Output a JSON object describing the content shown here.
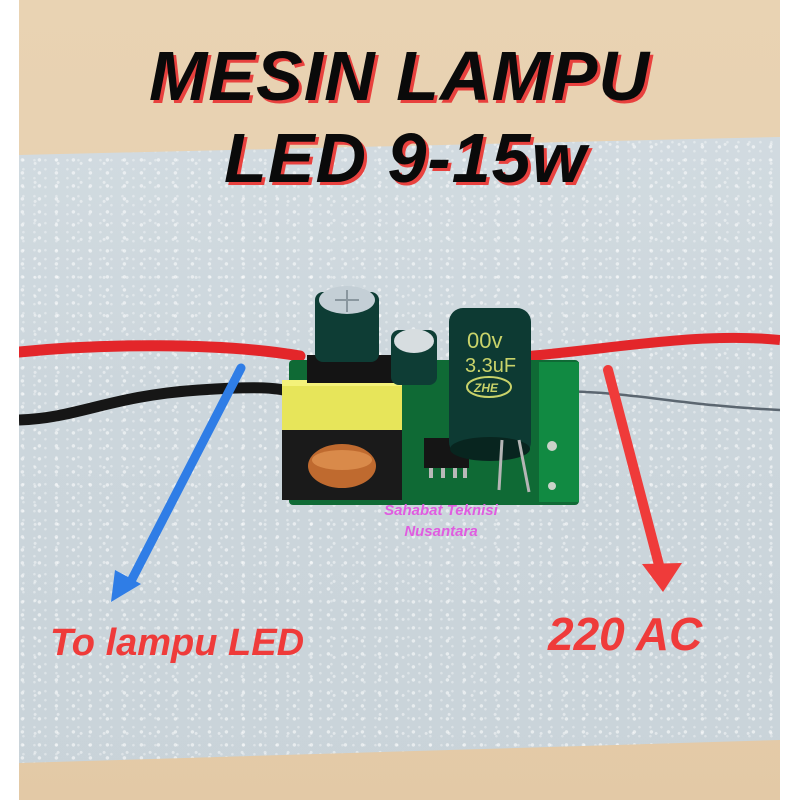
{
  "title": {
    "line1": "MESIN LAMPU",
    "line2": "LED 9-15w",
    "text_color": "#0a0a0a",
    "shadow_color": "#e8413e"
  },
  "labels": {
    "output": "To lampu LED",
    "input": "220 AC",
    "color": "#ef3b3a"
  },
  "arrows": {
    "output_arrow_color": "#2f7de6",
    "input_arrow_color": "#ef3b3a"
  },
  "watermark": {
    "line1": "Sahabat Teknisi",
    "line2": "Nusantara",
    "color": "#e05ce0"
  },
  "components": {
    "capacitor_brand": "ZHE",
    "capacitor_voltage": "00v",
    "capacitor_capacitance": "3.3uF"
  }
}
